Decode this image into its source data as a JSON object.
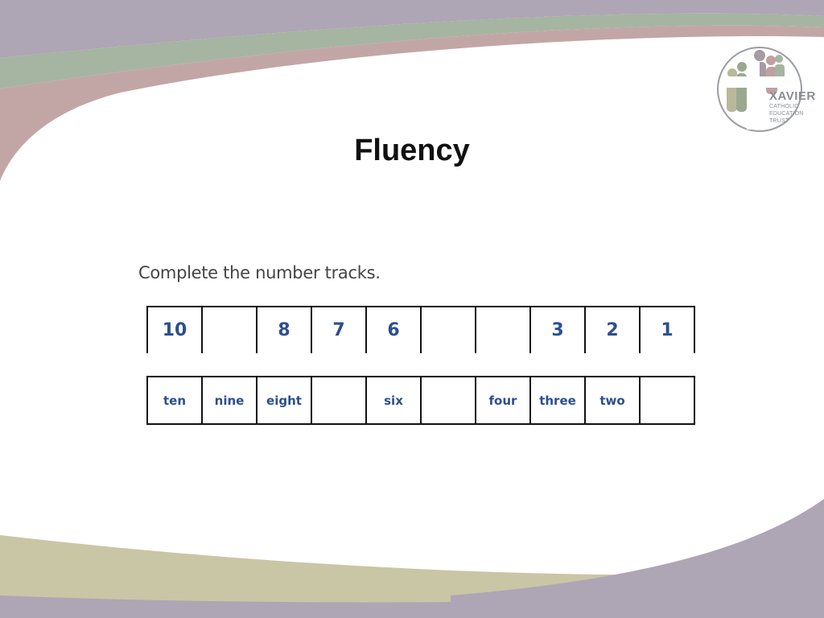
{
  "slide": {
    "title": "Fluency",
    "instruction": "Complete the number tracks."
  },
  "logo": {
    "name": "XAVIER",
    "line1": "CATHOLIC",
    "line2": "EDUCATION",
    "line3": "TRUST"
  },
  "number_track": [
    "10",
    "",
    "8",
    "7",
    "6",
    "",
    "",
    "3",
    "2",
    "1"
  ],
  "word_track": [
    "ten",
    "nine",
    "eight",
    "",
    "six",
    "",
    "four",
    "three",
    "two",
    ""
  ],
  "colors": {
    "track_text": "#2d4f8e",
    "band_purple": "#aea5b5",
    "band_rose": "#c2a6a6",
    "band_green": "#a6b4a2",
    "band_olive": "#c9c6a6"
  }
}
